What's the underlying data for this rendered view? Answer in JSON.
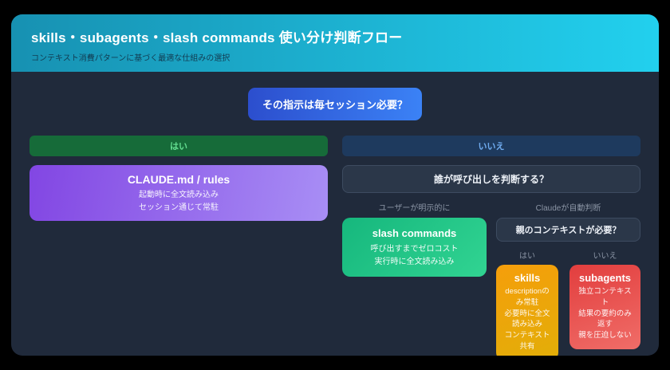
{
  "header": {
    "title": "skills・subagents・slash commands 使い分け判断フロー",
    "subtitle": "コンテキスト消費パターンに基づく最適な仕組みの選択"
  },
  "flow": {
    "root_question": "その指示は毎セッション必要？",
    "yes_branch": {
      "label": "はい",
      "node": {
        "title": "CLAUDE.md / rules",
        "lines": [
          "起動時に全文読み込み",
          "セッション通じて常駐"
        ]
      }
    },
    "no_branch": {
      "label": "いいえ",
      "question": "誰が呼び出しを判断する？",
      "user_branch": {
        "label": "ユーザーが明示的に",
        "node": {
          "title": "slash commands",
          "lines": [
            "呼び出すまでゼロコスト",
            "実行時に全文読み込み"
          ]
        }
      },
      "claude_branch": {
        "label": "Claudeが自動判断",
        "question": "親のコンテキストが必要？",
        "yes_leaf": {
          "label": "はい",
          "node": {
            "title": "skills",
            "lines": [
              "descriptionのみ常駐",
              "必要時に全文読み込み",
              "コンテキスト共有"
            ]
          }
        },
        "no_leaf": {
          "label": "いいえ",
          "node": {
            "title": "subagents",
            "lines": [
              "独立コンテキスト",
              "結果の要約のみ返す",
              "親を圧迫しない"
            ]
          }
        }
      }
    }
  },
  "colors": {
    "page_bg": "#000000",
    "card_bg": "#202a3b",
    "header_gradient": [
      "#1791b2",
      "#22d0ee"
    ],
    "root_question_gradient": [
      "#2c4ecd",
      "#3b82f6"
    ],
    "yes_bar_bg": "#166b39",
    "yes_bar_text": "#63dd90",
    "no_bar_bg": "#1e3a5e",
    "no_bar_text": "#70acf0",
    "claude_md_gradient": [
      "#8246e3",
      "#a88ef5"
    ],
    "question_box_bg": "#2b3749",
    "slash_commands_gradient": [
      "#16b77d",
      "#31d492"
    ],
    "skills_gradient": [
      "#f59e0b",
      "#e2ae08"
    ],
    "subagents_gradient": [
      "#e23e3e",
      "#f06d68"
    ]
  }
}
